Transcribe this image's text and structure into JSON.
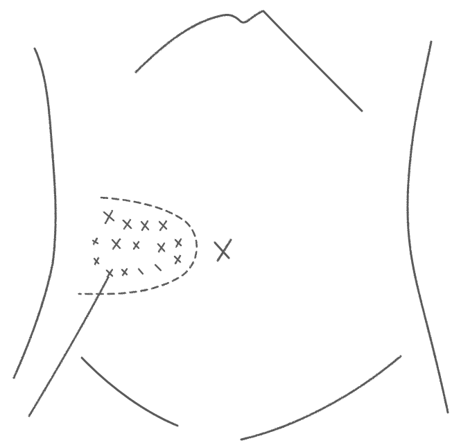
{
  "diagram": {
    "kind": "abdominal-outline-sketch",
    "stroke_color": "#5a5a5a",
    "background_color": "#ffffff",
    "parts": [
      {
        "name": "chest-outline",
        "style": "solid"
      },
      {
        "name": "left-flank-outline",
        "style": "solid"
      },
      {
        "name": "right-flank-outline",
        "style": "solid"
      },
      {
        "name": "lower-abdomen-arc",
        "style": "solid"
      },
      {
        "name": "marked-region",
        "style": "dashed",
        "fill_marks": "x"
      },
      {
        "name": "single-x-mark",
        "style": "solid"
      },
      {
        "name": "pointer-line",
        "style": "solid"
      }
    ]
  }
}
